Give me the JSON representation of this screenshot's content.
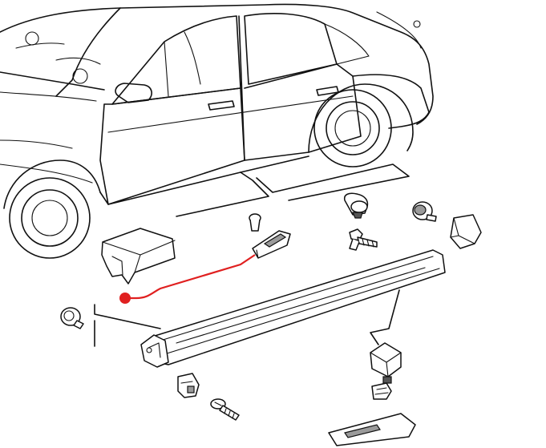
{
  "diagram": {
    "colors": {
      "line": "#111111",
      "highlight": "#e02020",
      "background": "#ffffff",
      "part_shade": "#9a9a9a"
    },
    "parts": [
      "car-body",
      "side-sill-trim",
      "trim-end-cap",
      "mounting-bracket",
      "front-grommet",
      "top-push-pin",
      "top-clip",
      "threaded-stud-clip",
      "rear-grommet",
      "rear-end-cap",
      "u-nut-clip",
      "screw",
      "slide-clip",
      "retainer-clip",
      "trim-plate"
    ],
    "highlighted_part": "mounting-bracket"
  }
}
